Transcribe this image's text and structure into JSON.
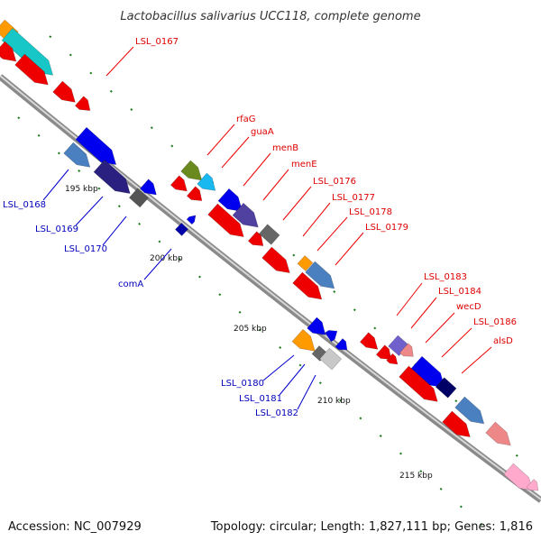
{
  "title": "Lactobacillus salivarius UCC118, complete genome",
  "footer": {
    "accession": "Accession: NC_007929",
    "topology": "Topology: circular; Length: 1,827,111 bp; Genes: 1,816"
  },
  "colors": {
    "label_forward": "#dd0000",
    "label_reverse": "#0000bb",
    "backbone": "#999999",
    "tick": "#1a7a1a"
  },
  "scale_labels": [
    "195 kbp",
    "200 kbp",
    "205 kbp",
    "210 kbp",
    "215 kbp"
  ],
  "gene_labels_forward": [
    "LSL_0167",
    "rfaG",
    "guaA",
    "menB",
    "menE",
    "LSL_0176",
    "LSL_0177",
    "LSL_0178",
    "LSL_0179",
    "LSL_0183",
    "LSL_0184",
    "wecD",
    "LSL_0186",
    "alsD"
  ],
  "gene_labels_reverse": [
    "LSL_0168",
    "LSL_0169",
    "LSL_0170",
    "comA",
    "LSL_0180",
    "LSL_0181",
    "LSL_0182"
  ]
}
